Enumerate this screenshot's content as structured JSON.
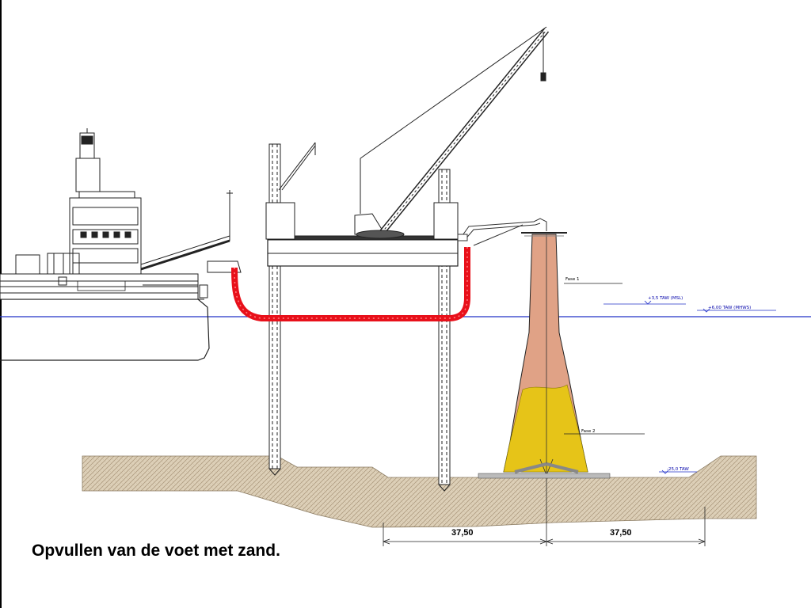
{
  "caption": "Opvullen van de voet met zand.",
  "dimensions": {
    "left": "37,50",
    "right": "37,50"
  },
  "labels": {
    "upper": "Fase 1",
    "lower": "Fase 2",
    "level_1": "+3,5 TAW (MSL)",
    "level_2": "+6,00 TAW (MHWS)",
    "seabed": "-25,0 TAW"
  },
  "colors": {
    "water_line": "#2030c8",
    "pipe": "#e8101a",
    "column_upper": "#e0a286",
    "sand_fill": "#e6c418",
    "seabed": "#d6c4a8",
    "line": "#2a2a2a"
  }
}
